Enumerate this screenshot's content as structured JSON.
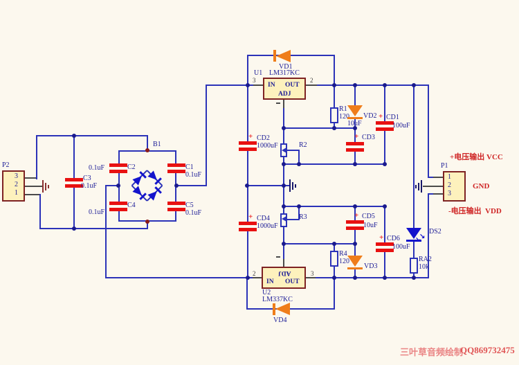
{
  "symbols": {
    "plus": "+"
  },
  "connectors": {
    "p2": {
      "ref": "P2",
      "pins": [
        "3",
        "2",
        "1"
      ]
    },
    "p1": {
      "ref": "P1",
      "pins": [
        "1",
        "2",
        "3"
      ]
    }
  },
  "regulators": {
    "u1": {
      "ref": "U1",
      "part": "LM317KC",
      "pin_in": "3",
      "pin_out": "2",
      "lbl_in": "IN",
      "lbl_out": "OUT",
      "lbl_adj": "ADJ"
    },
    "u2": {
      "ref": "U2",
      "part": "LM337KC",
      "pin_in": "2",
      "pin_out": "3",
      "lbl_in": "IN",
      "lbl_out": "OUT",
      "lbl_adj": "ADJ"
    }
  },
  "bridge": {
    "ref": "B1"
  },
  "capacitors": {
    "c1": {
      "ref": "C1",
      "value": "0.1uF"
    },
    "c2": {
      "ref": "C2",
      "value": "0.1uF"
    },
    "c3": {
      "ref": "C3",
      "value": "0.1uF"
    },
    "c4": {
      "ref": "C4",
      "value": "0.1uF"
    },
    "c5": {
      "ref": "C5",
      "value": "0.1uF"
    },
    "cd1": {
      "ref": "CD1",
      "value": "100uF"
    },
    "cd2": {
      "ref": "CD2",
      "value": "1000uF"
    },
    "cd3": {
      "ref": "CD3",
      "value": "10uF"
    },
    "cd4": {
      "ref": "CD4",
      "value": "1000uF"
    },
    "cd5": {
      "ref": "CD5",
      "value": "10uF"
    },
    "cd6": {
      "ref": "CD6",
      "value": "100uF"
    }
  },
  "resistors": {
    "r1": {
      "ref": "R1",
      "value": "120"
    },
    "r2": {
      "ref": "R2"
    },
    "r3": {
      "ref": "R3"
    },
    "r4": {
      "ref": "R4",
      "value": "120"
    },
    "ra2": {
      "ref": "RA2",
      "value": "10k"
    }
  },
  "diodes": {
    "vd1": {
      "ref": "VD1"
    },
    "vd2": {
      "ref": "VD2"
    },
    "vd3": {
      "ref": "VD3"
    },
    "vd4": {
      "ref": "VD4"
    },
    "ds2": {
      "ref": "DS2"
    }
  },
  "net_labels": {
    "vcc_prefix": "+电压输出",
    "vcc": "VCC",
    "gnd": "GND",
    "vdd_prefix": "-电压输出",
    "vdd": "VDD"
  },
  "watermark": {
    "text_cn": "三叶草音频绘制",
    "qq": "QQ869732475"
  }
}
